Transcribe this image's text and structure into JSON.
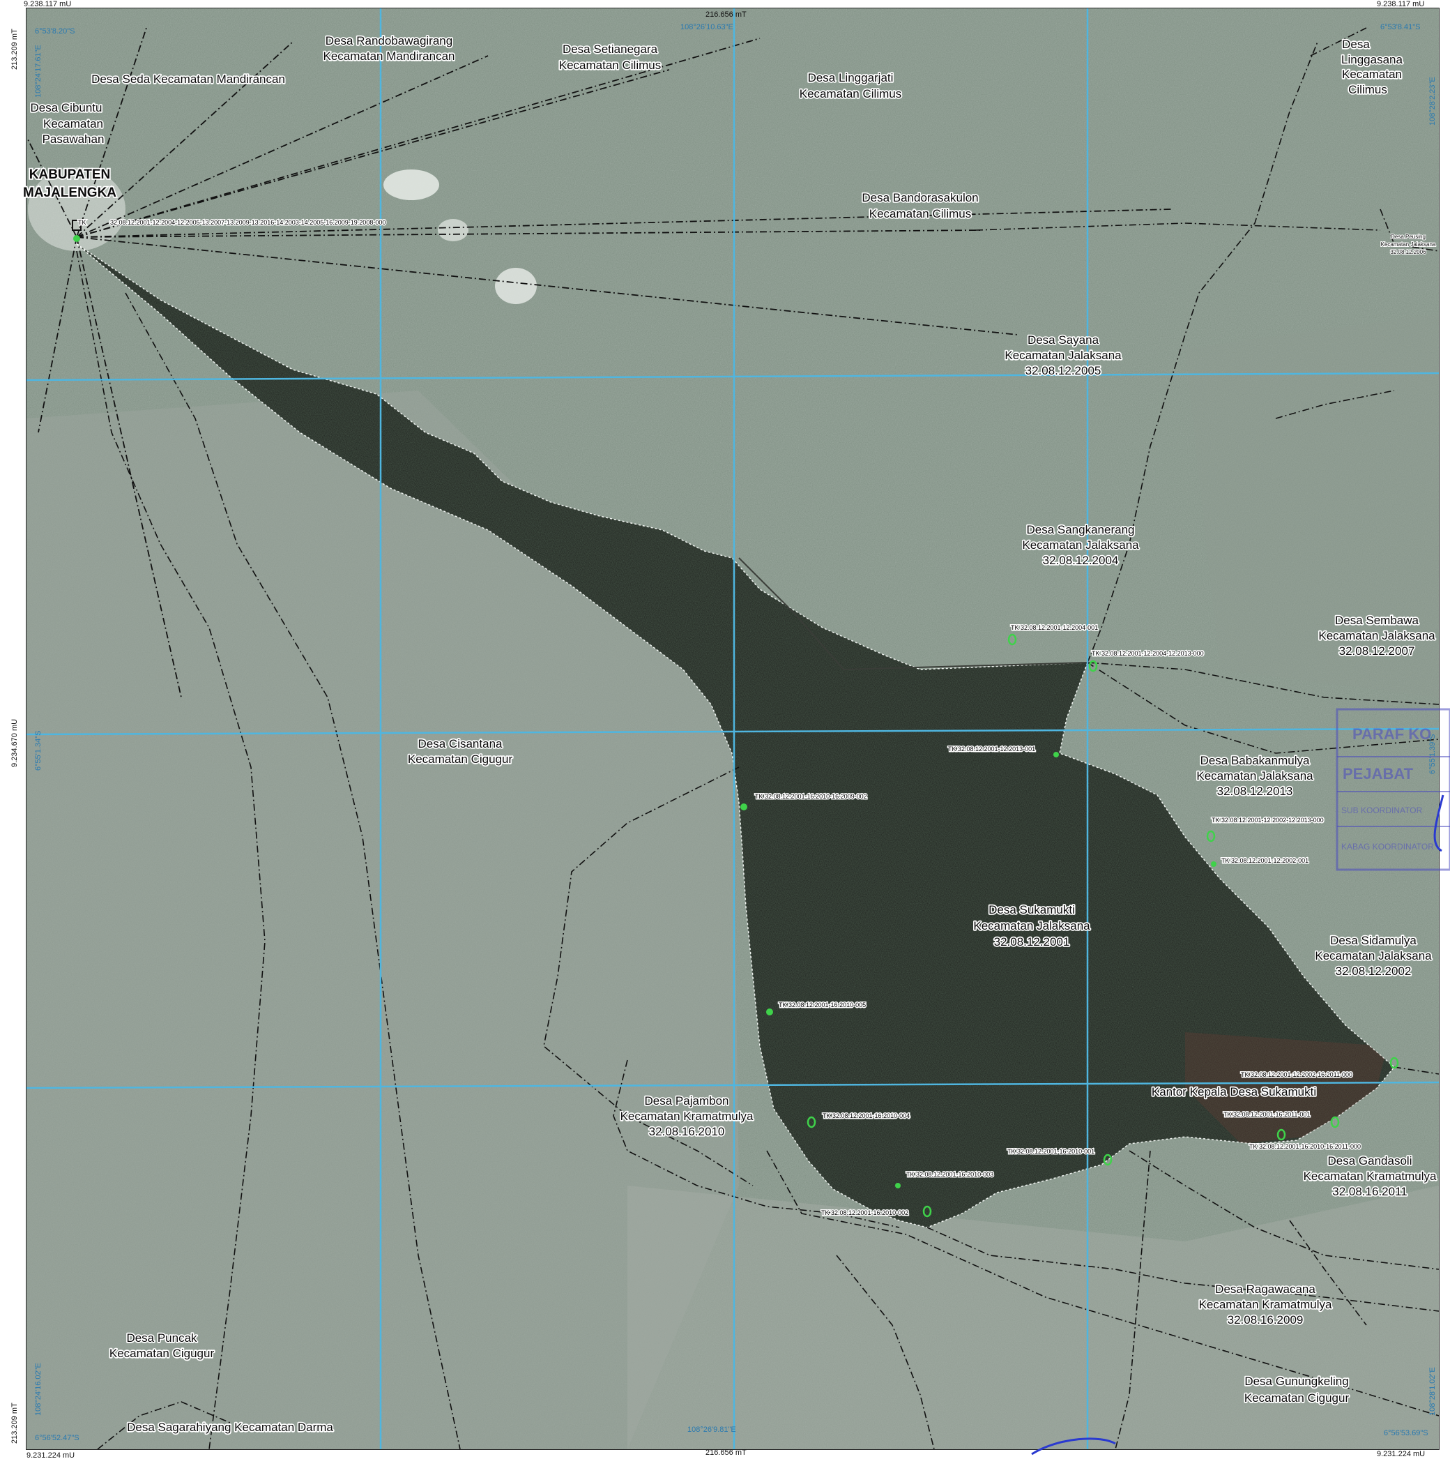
{
  "map": {
    "coords": {
      "top_left_mU": "9.238.117 mU",
      "top_right_mU": "9.238.117 mU",
      "bottom_left_mU": "9.231.224 mU",
      "bottom_right_mU": "9.231.224 mU",
      "top_mT": "216.656 mT",
      "bottom_mT": "216.656 mT",
      "left_top_mT": "213.209 mT",
      "left_bottom_mT": "213.209 mT",
      "left_mid_mU": "9.234.670 mU"
    },
    "grid_labels": {
      "top_mid": "108°26'10.63\"E",
      "bottom_mid": "108°26'9.81\"E",
      "bottom_left_lat": "6°56'52.47\"S",
      "top_left_lat": "6°53'8.20\"S",
      "left_top_lon": "108°24'17.61\"E",
      "left_bottom_lon": "108°24'16.02\"E",
      "left_mid_lat": "6°55'1.34\"S",
      "right_top_lat": "6°53'8.41\"S",
      "right_top_lon": "108°28'2.23\"E",
      "right_mid_lat": "6°55'1.39\"S",
      "right_bottom_lon": "108°28'1.02\"E",
      "right_bottom_lat": "6°56'53.69\"S"
    },
    "regency_label": [
      "KABUPATEN",
      "MAJALENGKA"
    ],
    "apex_point_label": "32.08.12.2001-12.2004-12.2005-13.2007-13.2009-13.2016-14.2003-14.2005-16.2009-19.2008-000",
    "apex_tk": "TK",
    "villages": [
      {
        "name": "Desa Randobawagirang",
        "district": "Kecamatan Mandirancan"
      },
      {
        "name": "Desa Setianegara",
        "district": "Kecamatan Cilimus"
      },
      {
        "name": "Desa Seda Kecamatan Mandirancan"
      },
      {
        "name": "Desa Cibuntu",
        "district": "Kecamatan",
        "district2": "Pasawahan"
      },
      {
        "name": "Desa Linggarjati",
        "district": "Kecamatan Cilimus"
      },
      {
        "name": "Desa",
        "district": "Linggasana",
        "district2": "Kecamatan",
        "district3": "Cilimus"
      },
      {
        "name": "Desa Bandorasakulon",
        "district": "Kecamatan Cilimus"
      },
      {
        "name": "Desa Peusing",
        "district": "Kecamatan Jalaksana",
        "code": "32.08.12.2006"
      },
      {
        "name": "Desa Sayana",
        "district": "Kecamatan Jalaksana",
        "code": "32.08.12.2005"
      },
      {
        "name": "Desa Sangkanerang",
        "district": "Kecamatan Jalaksana",
        "code": "32.08.12.2004"
      },
      {
        "name": "Desa Sembawa",
        "district": "Kecamatan Jalaksana",
        "code": "32.08.12.2007"
      },
      {
        "name": "Desa Cisantana",
        "district": "Kecamatan Cigugur"
      },
      {
        "name": "Desa Babakanmulya",
        "district": "Kecamatan Jalaksana",
        "code": "32.08.12.2013"
      },
      {
        "name": "Desa Sukamukti",
        "district": "Kecamatan Jalaksana",
        "code": "32.08.12.2001"
      },
      {
        "name": "Desa Sidamulya",
        "district": "Kecamatan Jalaksana",
        "code": "32.08.12.2002"
      },
      {
        "name": "Desa Pajambon",
        "district": "Kecamatan Kramatmulya",
        "code": "32.08.16.2010"
      },
      {
        "name": "Desa Gandasoli",
        "district": "Kecamatan Kramatmulya",
        "code": "32.08.16.2011"
      },
      {
        "name": "Desa Ragawacana",
        "district": "Kecamatan Kramatmulya",
        "code": "32.08.16.2009"
      },
      {
        "name": "Desa Puncak",
        "district": "Kecamatan Cigugur"
      },
      {
        "name": "Desa Gunungkeling",
        "district": "Kecamatan Cigugur"
      },
      {
        "name": "Desa Sagarahiyang Kecamatan Darma"
      }
    ],
    "office_label": "Kantor Kepala Desa Sukamukti",
    "boundary_points": [
      "TK 32.08.12.2001-12.2004-001",
      "TK 32.08.12.2001-12.2004-12.2013-000",
      "TK 32.08.12.2001-12.2013-001",
      "TK 32.08.12.2001-16.2010-16.2009-002",
      "TK 32.08.12.2001-12.2002-12.2013-000",
      "TK 32.08.12.2001-12.2002-001",
      "TK 32.08.12.2001-16.2010-005",
      "TK 32.08.12.2001-12.2002-16.2011-000",
      "TK 32.08.12.2001-16.2010-004",
      "TK 32.08.12.2001-16.2011-001",
      "TK 32.08.12.2001-16.2010-16.2011-000",
      "TK 32.08.12.2001-16.2010-001",
      "TK 32.08.12.2001-16.2010-003",
      "TK 32.08.12.2001-16.2010-002"
    ],
    "stamp": {
      "line1": "PARAF KO",
      "line2": "PEJABAT",
      "line3": "SUB KOORDINATOR",
      "line4": "KABAG KOORDINATOR"
    },
    "colors": {
      "grid": "#4fb6e0",
      "imagery": "#7d8d80",
      "parcel": "#1b1d1a",
      "stamp": "#4a4ac0",
      "point": "#3fd24a"
    }
  }
}
